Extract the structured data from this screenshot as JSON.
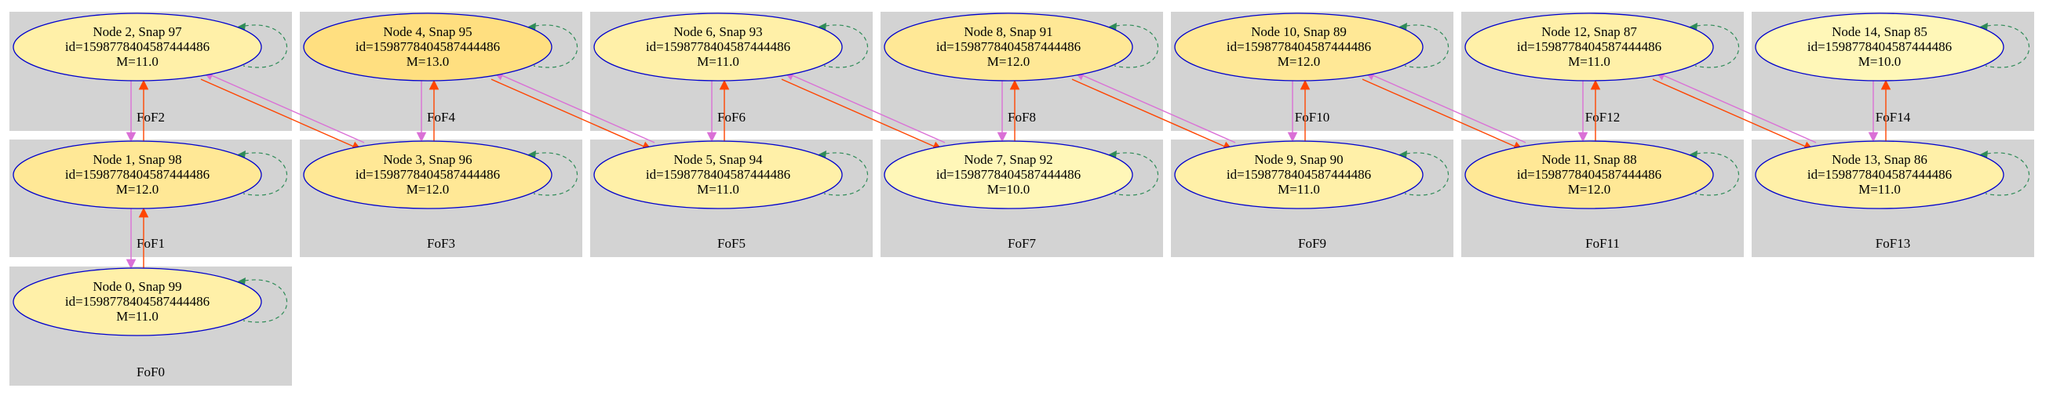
{
  "colors": {
    "cluster_fill": "#d3d3d3",
    "node_stroke": "#0000cd",
    "edge_orange": "#ff4500",
    "edge_violet": "#da70d6",
    "self_loop": "#2e8b57"
  },
  "clusters": [
    {
      "id": "c0",
      "label": "FoF0"
    },
    {
      "id": "c1",
      "label": "FoF1"
    },
    {
      "id": "c2",
      "label": "FoF2"
    },
    {
      "id": "c3",
      "label": "FoF3"
    },
    {
      "id": "c4",
      "label": "FoF4"
    },
    {
      "id": "c5",
      "label": "FoF5"
    },
    {
      "id": "c6",
      "label": "FoF6"
    },
    {
      "id": "c7",
      "label": "FoF7"
    },
    {
      "id": "c8",
      "label": "FoF8"
    },
    {
      "id": "c9",
      "label": "FoF9"
    },
    {
      "id": "c10",
      "label": "FoF10"
    },
    {
      "id": "c11",
      "label": "FoF11"
    },
    {
      "id": "c12",
      "label": "FoF12"
    },
    {
      "id": "c13",
      "label": "FoF13"
    },
    {
      "id": "c14",
      "label": "FoF14"
    }
  ],
  "nodes": [
    {
      "id": "n0",
      "line1": "Node 0, Snap 99",
      "line2": "id=1598778404587444486",
      "line3": "M=11.0",
      "fill": "#fff0a8"
    },
    {
      "id": "n1",
      "line1": "Node 1, Snap 98",
      "line2": "id=1598778404587444486",
      "line3": "M=12.0",
      "fill": "#ffe896"
    },
    {
      "id": "n2",
      "line1": "Node 2, Snap 97",
      "line2": "id=1598778404587444486",
      "line3": "M=11.0",
      "fill": "#fff0a8"
    },
    {
      "id": "n3",
      "line1": "Node 3, Snap 96",
      "line2": "id=1598778404587444486",
      "line3": "M=12.0",
      "fill": "#ffe896"
    },
    {
      "id": "n4",
      "line1": "Node 4, Snap 95",
      "line2": "id=1598778404587444486",
      "line3": "M=13.0",
      "fill": "#ffdf80"
    },
    {
      "id": "n5",
      "line1": "Node 5, Snap 94",
      "line2": "id=1598778404587444486",
      "line3": "M=11.0",
      "fill": "#fff0a8"
    },
    {
      "id": "n6",
      "line1": "Node 6, Snap 93",
      "line2": "id=1598778404587444486",
      "line3": "M=11.0",
      "fill": "#fff0a8"
    },
    {
      "id": "n7",
      "line1": "Node 7, Snap 92",
      "line2": "id=1598778404587444486",
      "line3": "M=10.0",
      "fill": "#fff7b8"
    },
    {
      "id": "n8",
      "line1": "Node 8, Snap 91",
      "line2": "id=1598778404587444486",
      "line3": "M=12.0",
      "fill": "#ffe896"
    },
    {
      "id": "n9",
      "line1": "Node 9, Snap 90",
      "line2": "id=1598778404587444486",
      "line3": "M=11.0",
      "fill": "#fff0a8"
    },
    {
      "id": "n10",
      "line1": "Node 10, Snap 89",
      "line2": "id=1598778404587444486",
      "line3": "M=12.0",
      "fill": "#ffe896"
    },
    {
      "id": "n11",
      "line1": "Node 11, Snap 88",
      "line2": "id=1598778404587444486",
      "line3": "M=12.0",
      "fill": "#ffe896"
    },
    {
      "id": "n12",
      "line1": "Node 12, Snap 87",
      "line2": "id=1598778404587444486",
      "line3": "M=11.0",
      "fill": "#fff0a8"
    },
    {
      "id": "n13",
      "line1": "Node 13, Snap 86",
      "line2": "id=1598778404587444486",
      "line3": "M=11.0",
      "fill": "#fff0a8"
    },
    {
      "id": "n14",
      "line1": "Node 14, Snap 85",
      "line2": "id=1598778404587444486",
      "line3": "M=10.0",
      "fill": "#fff7b8"
    }
  ]
}
